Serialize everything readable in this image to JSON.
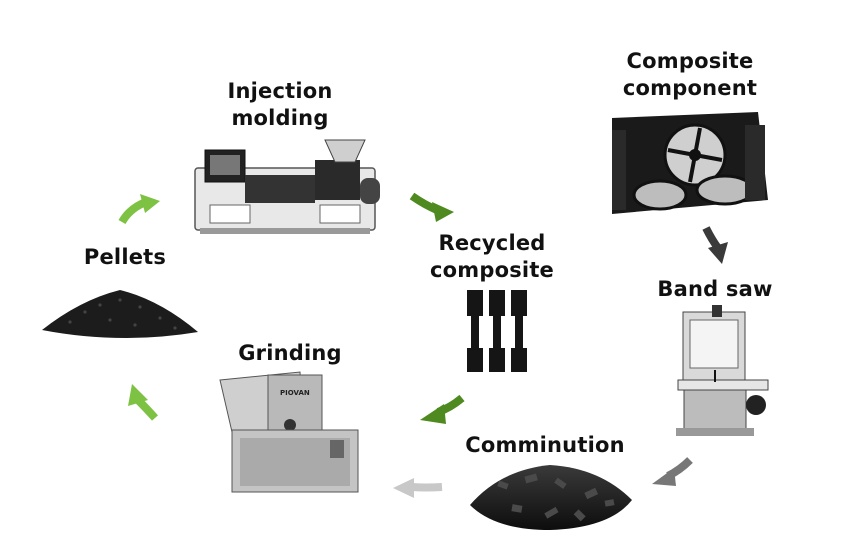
{
  "stages": {
    "injection_molding": {
      "line1": "Injection",
      "line2": "molding"
    },
    "composite_component": {
      "line1": "Composite",
      "line2": "component"
    },
    "recycled_composite": {
      "line1": "Recycled",
      "line2": "composite"
    },
    "pellets": {
      "label": "Pellets"
    },
    "band_saw": {
      "label": "Band saw"
    },
    "grinding": {
      "label": "Grinding"
    },
    "comminution": {
      "label": "Comminution"
    }
  },
  "grinder_brand": "PIOVAN",
  "colors": {
    "arrow_light_green": "#7dc242",
    "arrow_dark_green": "#4e8a1f",
    "arrow_dark_gray": "#3a3a3a",
    "arrow_gray": "#777777",
    "arrow_light_gray": "#c8c8c8"
  }
}
